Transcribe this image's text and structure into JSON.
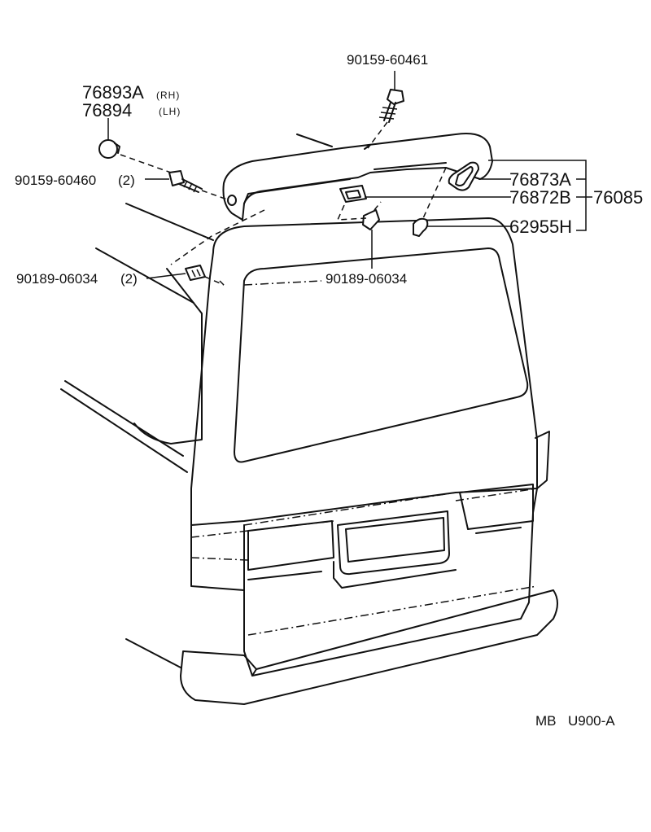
{
  "labels": {
    "bolt_top": "90159-60461",
    "cap_rh": "76893A",
    "cap_rh_side": "(RH)",
    "cap_lh": "76894",
    "cap_lh_side": "(LH)",
    "screw_left": "90159-60460",
    "screw_left_qty": "(2)",
    "clip_left": "90189-06034",
    "clip_left_qty": "(2)",
    "clip_center": "90189-06034",
    "lens": "76873A",
    "gasket": "76872B",
    "grommet": "62955H",
    "spoiler_assy": "76085"
  },
  "footer": {
    "code_prefix": "MB",
    "code": "U900-A"
  }
}
